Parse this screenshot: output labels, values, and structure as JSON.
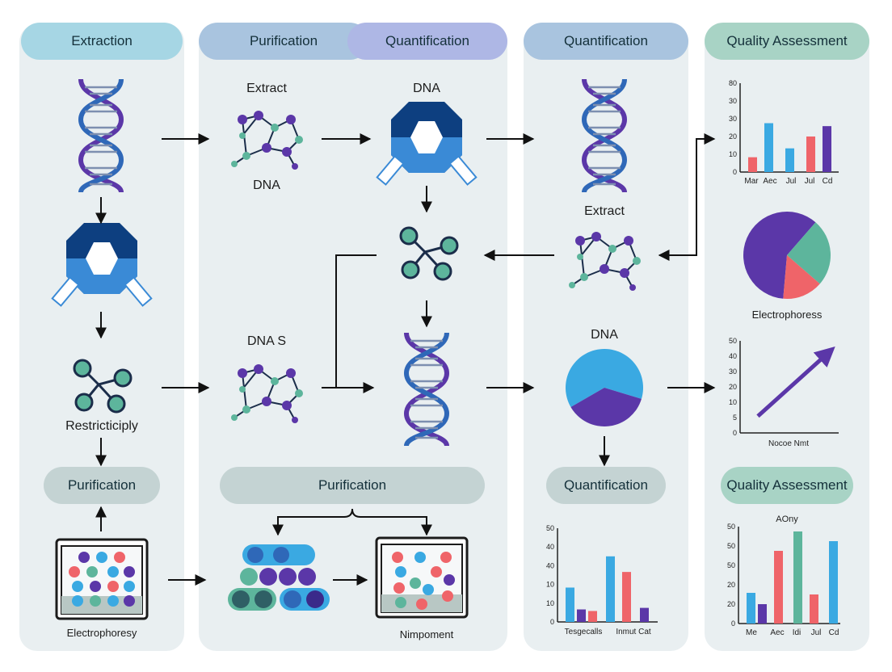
{
  "headers": {
    "extraction": "Extraction",
    "purification": "Purification",
    "quantification_mid": "Quantification",
    "quantification_right": "Quantification",
    "quality": "Quality Assessment"
  },
  "labels": {
    "extract_top": "Extract",
    "dna_under_molecule": "DNA",
    "dna_above_ring": "DNA",
    "extract_col4": "Extract",
    "dna_s": "DNA S",
    "restriction": "Restricticiply",
    "dna_pie": "DNA",
    "electrophoresis_col5": "Electrophoress",
    "electrophoresis_bottom": "Electrophoresy",
    "nimpoment": "Nimpoment"
  },
  "pills": {
    "purification_left": "Purification",
    "purification_mid": "Purification",
    "quantification_bottom": "Quantification",
    "quality_bottom": "Quality Assessment"
  },
  "colors": {
    "blue": "#3aa9e2",
    "purple": "#5b37a8",
    "red": "#ef6469",
    "teal": "#5db59c",
    "navy": "#0d3f80"
  },
  "chart_data": [
    {
      "type": "bar",
      "title": "",
      "categories": [
        "Mar",
        "Aec",
        "Jul",
        "Jul",
        "Cd"
      ],
      "values": [
        10,
        33,
        16,
        24,
        31
      ],
      "yticks": [
        "0",
        "10",
        "20",
        "30",
        "30",
        "80"
      ],
      "ylim": [
        0,
        60
      ]
    },
    {
      "type": "pie",
      "values": [
        60,
        25,
        15
      ],
      "slice_colors": [
        "#5b37a8",
        "#5db59c",
        "#ef6469"
      ]
    },
    {
      "type": "line",
      "xlabel": "Nocoe Nmt",
      "yticks": [
        "0",
        "5",
        "10",
        "20",
        "30",
        "40",
        "50"
      ],
      "x": [
        0,
        1
      ],
      "y": [
        1,
        5
      ]
    },
    {
      "type": "pie",
      "values": [
        63,
        37
      ],
      "slice_colors": [
        "#3aa9e2",
        "#5b37a8"
      ]
    },
    {
      "type": "bar",
      "categories": [
        "Tesgecalls",
        "Inmut Cat"
      ],
      "yticks": [
        "0",
        "10",
        "10",
        "40",
        "40",
        "50"
      ],
      "series_values": [
        22,
        8,
        7,
        42,
        32,
        9
      ],
      "series_colors": [
        "#3aa9e2",
        "#5b37a8",
        "#ef6469",
        "#3aa9e2",
        "#ef6469",
        "#5b37a8"
      ],
      "ylim": [
        0,
        60
      ]
    },
    {
      "type": "bar",
      "title": "AOny",
      "categories": [
        "Me",
        "Aec",
        "Idi",
        "Jul",
        "Cd"
      ],
      "yticks": [
        "0",
        "20",
        "20",
        "50",
        "50",
        "50"
      ],
      "series_values": [
        19,
        12,
        45,
        57,
        18,
        51
      ],
      "series_colors": [
        "#3aa9e2",
        "#5b37a8",
        "#ef6469",
        "#5db59c",
        "#ef6469",
        "#3aa9e2"
      ],
      "ylim": [
        0,
        60
      ]
    }
  ]
}
